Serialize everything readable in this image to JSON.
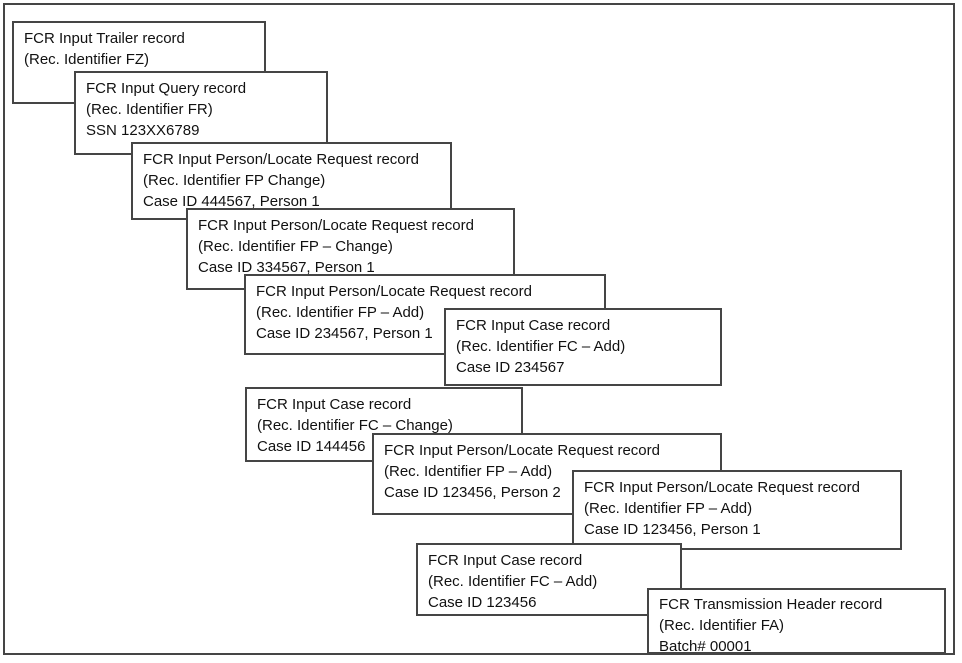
{
  "diagram": {
    "description": "FCR input transmission record stack",
    "colors": {
      "background": "#ffffff",
      "border": "#454545",
      "text": "#111111"
    },
    "boxes": [
      {
        "id": "input-trailer-fz",
        "lines": [
          "FCR Input Trailer record",
          "(Rec. Identifier FZ)"
        ]
      },
      {
        "id": "input-query-fr",
        "lines": [
          "FCR Input Query record",
          "(Rec. Identifier FR)",
          "SSN 123XX6789"
        ]
      },
      {
        "id": "input-person-locate-fp-change-444567",
        "lines": [
          "FCR Input Person/Locate Request record",
          "(Rec. Identifier FP Change)",
          "Case ID 444567, Person 1"
        ]
      },
      {
        "id": "input-person-locate-fp-change-334567",
        "lines": [
          "FCR Input Person/Locate Request record",
          "(Rec. Identifier FP – Change)",
          "Case ID 334567, Person 1"
        ]
      },
      {
        "id": "input-person-locate-fp-add-234567",
        "lines": [
          "FCR Input Person/Locate Request record",
          "(Rec. Identifier FP – Add)",
          "Case ID 234567, Person 1"
        ]
      },
      {
        "id": "input-case-fc-add-234567",
        "lines": [
          "FCR Input Case record",
          "(Rec. Identifier FC – Add)",
          "Case ID 234567"
        ]
      },
      {
        "id": "input-case-fc-change-144456",
        "lines": [
          "FCR Input Case record",
          "(Rec. Identifier FC – Change)",
          "Case ID 144456"
        ]
      },
      {
        "id": "input-person-locate-fp-add-123456-person2",
        "lines": [
          "FCR Input Person/Locate Request record",
          "(Rec. Identifier FP – Add)",
          "Case ID 123456, Person 2"
        ]
      },
      {
        "id": "input-person-locate-fp-add-123456-person1",
        "lines": [
          "FCR Input Person/Locate Request record",
          "(Rec. Identifier FP – Add)",
          "Case ID 123456, Person 1"
        ]
      },
      {
        "id": "input-case-fc-add-123456",
        "lines": [
          "FCR Input Case record",
          "(Rec. Identifier FC – Add)",
          "Case ID 123456"
        ]
      },
      {
        "id": "transmission-header-fa",
        "lines": [
          "FCR Transmission Header record",
          "(Rec. Identifier FA)",
          "Batch# 00001"
        ]
      }
    ]
  }
}
